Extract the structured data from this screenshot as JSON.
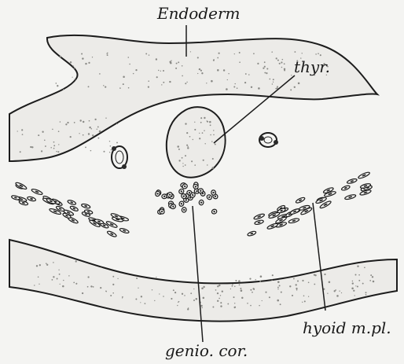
{
  "figure": {
    "labels": {
      "endoderm": "Endoderm",
      "thyroid": "thyr.",
      "genio": "genio. cor.",
      "hyoid": "hyoid m.pl."
    }
  }
}
